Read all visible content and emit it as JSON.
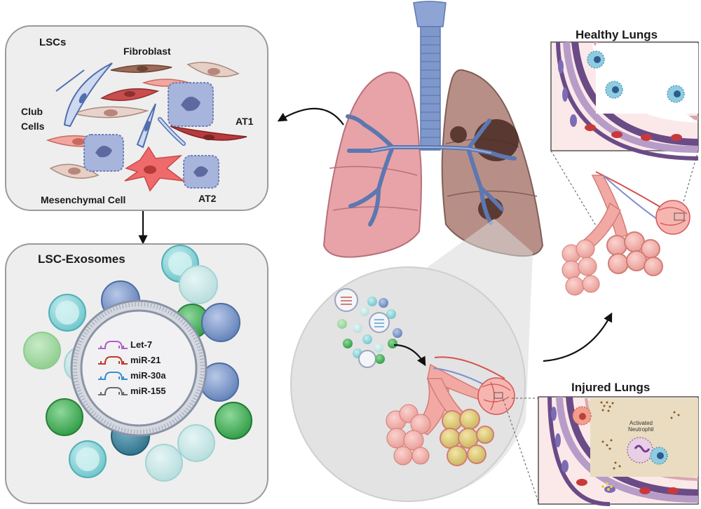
{
  "lscs_panel": {
    "title": "LSCs",
    "cells": {
      "fibroblast": "Fibroblast",
      "club_line1": "Club",
      "club_line2": "Cells",
      "at1": "AT1",
      "mesenchymal": "Mesenchymal Cell",
      "at2": "AT2"
    }
  },
  "exosomes_panel": {
    "title": "LSC-Exosomes",
    "mirnas": [
      {
        "label": "Let-7",
        "color": "#b05fc8"
      },
      {
        "label": "miR-21",
        "color": "#c0392b"
      },
      {
        "label": "miR-30a",
        "color": "#3a8fd0"
      },
      {
        "label": "miR-155",
        "color": "#6b6b6b"
      }
    ]
  },
  "healthy": {
    "title": "Healthy Lungs"
  },
  "injured": {
    "title": "Injured Lungs",
    "neutrophil_line1": "Activated",
    "neutrophil_line2": "Neutrophil"
  },
  "colors": {
    "lung": "#e8a3a8",
    "lung_damaged": "#a8837c",
    "trachea": "#7f98cc",
    "panel_bg": "#eeeeee",
    "panel_border": "#9a9a9a"
  }
}
